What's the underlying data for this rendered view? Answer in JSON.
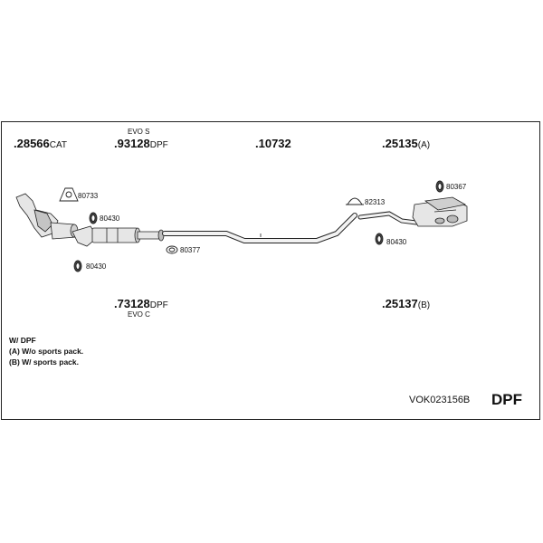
{
  "parts": {
    "p28566": {
      "number": ".28566",
      "suffix": "CAT"
    },
    "p93128": {
      "number": ".93128",
      "suffix": "DPF",
      "variant": "EVO S"
    },
    "p10732": {
      "number": ".10732",
      "suffix": ""
    },
    "p25135": {
      "number": ".25135",
      "suffix": "(A)"
    },
    "p73128": {
      "number": ".73128",
      "suffix": "DPF",
      "variant": "EVO C"
    },
    "p25137": {
      "number": ".25137",
      "suffix": "(B)"
    }
  },
  "fittings": {
    "f80733": "80733",
    "f80430a": "80430",
    "f80430b": "80430",
    "f80377": "80377",
    "f82313": "82313",
    "f80367": "80367",
    "f80430c": "80430"
  },
  "notes": {
    "line1": "W/ DPF",
    "line2": "(A) W/o sports pack.",
    "line3": "(B) W/ sports pack."
  },
  "kit_code": "VOK023156B",
  "badge": "DPF",
  "colors": {
    "line": "#222222",
    "fill": "#e8e8e8",
    "shade": "#b8b8b8"
  }
}
